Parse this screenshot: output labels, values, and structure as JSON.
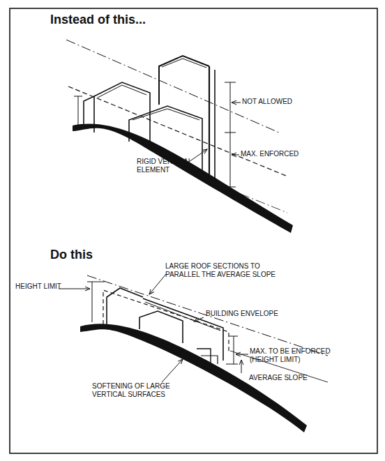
{
  "diagram": {
    "labels": [
      "Instead of this...",
      "NOT ALLOWED",
      "MAX. ENFORCED",
      "RIGID VERTICAL ELEMENT",
      "Do this",
      "LARGE ROOF SECTIONS TO PARALLEL THE AVERAGE SLOPE",
      "HEIGHT LIMIT",
      "BUILDING ENVELOPE",
      "MAX. TO BE ENFORCED (HEIGHT LIMIT)",
      "AVERAGE SLOPE",
      "SOFTENING OF LARGE VERTICAL SURFACES"
    ]
  }
}
